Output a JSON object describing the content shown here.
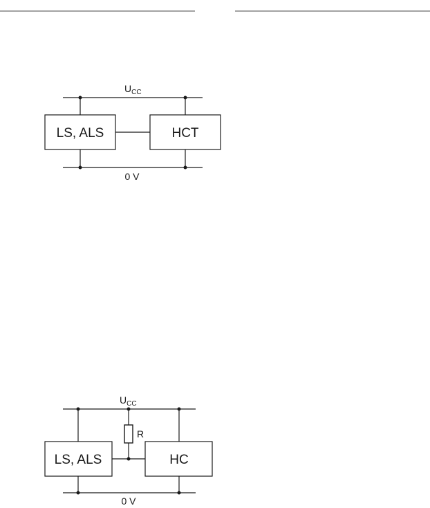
{
  "circuit_1": {
    "supply_label": "U",
    "supply_subscript": "CC",
    "ground_label": "0 V",
    "block_left": "LS, ALS",
    "block_right": "HCT"
  },
  "circuit_2": {
    "supply_label": "U",
    "supply_subscript": "CC",
    "ground_label": "0 V",
    "block_left": "LS, ALS",
    "block_right": "HC",
    "resistor_label": "R"
  }
}
